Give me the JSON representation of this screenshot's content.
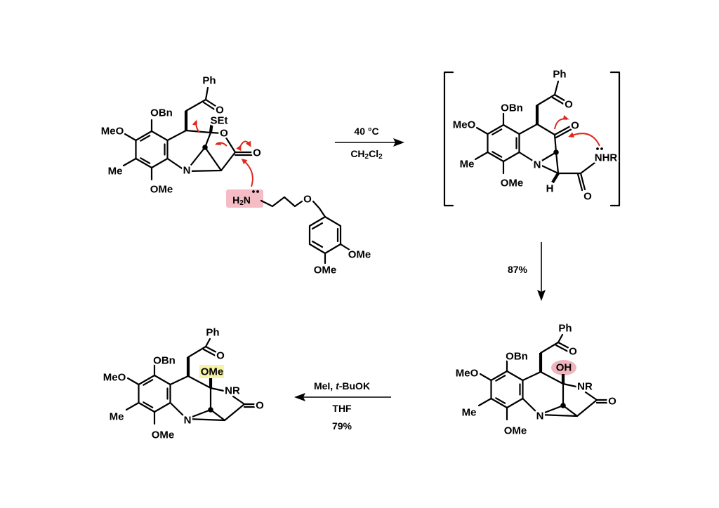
{
  "scheme": {
    "step1": {
      "condition": "40 °C",
      "solvent": [
        "CH",
        "2",
        "Cl",
        "2"
      ]
    },
    "step2": {
      "yield": "87%"
    },
    "step3": {
      "reagents_prefix": "MeI, ",
      "reagents_italic": "t",
      "reagents_suffix": "-BuOK",
      "solvent": "THF",
      "yield": "79%"
    }
  },
  "structures": {
    "starting_material": {
      "ph": "Ph",
      "o_ketone": "O",
      "obn": "OBn",
      "meo": "MeO",
      "me": "Me",
      "ome": "OMe",
      "set": "SEt",
      "o_ring": "O",
      "o_exo": "O",
      "n": "N"
    },
    "amine": {
      "h": "H",
      "sub": "2",
      "n": "N",
      "o": "O",
      "ome_meta": "OMe",
      "ome_para": "OMe"
    },
    "intermediate": {
      "ph": "Ph",
      "o_ketone": "O",
      "obn": "OBn",
      "meo": "MeO",
      "me": "Me",
      "ome": "OMe",
      "o_ring_ketone": "O",
      "n": "N",
      "h": "H",
      "o_amide": "O",
      "nhr": "NHR"
    },
    "alcohol": {
      "ph": "Ph",
      "o_ketone": "O",
      "obn": "OBn",
      "meo": "MeO",
      "me": "Me",
      "ome": "OMe",
      "oh": "OH",
      "nr": "NR",
      "o_lactam": "O",
      "n": "N"
    },
    "methyl_ether": {
      "ph": "Ph",
      "o_ketone": "O",
      "obn": "OBn",
      "meo": "MeO",
      "me": "Me",
      "ome": "OMe",
      "ome_highlight": "OMe",
      "nr": "NR",
      "o_lactam": "O",
      "n": "N"
    }
  },
  "colors": {
    "arrow_red": "#e0281e",
    "amine_highlight": "#f5bcc5",
    "oh_highlight": "#f0b4bd",
    "ome_highlight": "#f7f3a6"
  }
}
